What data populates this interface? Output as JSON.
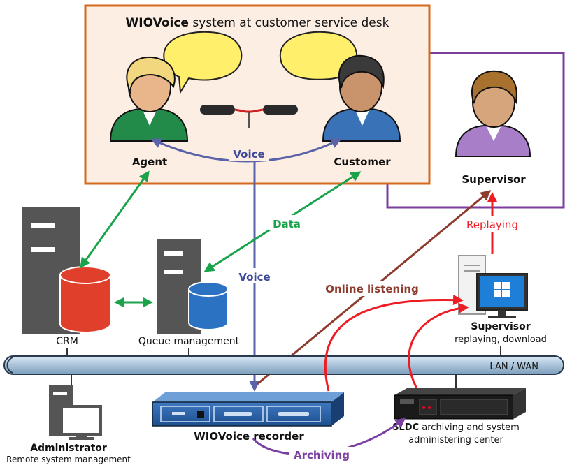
{
  "desk_box": {
    "title_bold": "WIOVoice",
    "title_rest": " system at customer service desk"
  },
  "people": {
    "agent": "Agent",
    "customer": "Customer",
    "supervisor": "Supervisor"
  },
  "servers": {
    "crm": "CRM",
    "queue": "Queue management"
  },
  "network": {
    "label": "LAN / WAN"
  },
  "flows": {
    "voice_top": "Voice",
    "data": "Data",
    "voice_down": "Voice",
    "online_listening": "Online listening",
    "replaying": "Replaying",
    "archiving": "Archiving"
  },
  "workstations": {
    "supervisor_title": "Supervisor",
    "supervisor_sub": "replaying, download",
    "admin_title": "Administrator",
    "admin_sub": "Remote system management"
  },
  "recorder": {
    "label": "WIOVoice recorder"
  },
  "sldc": {
    "title_bold": "SLDC",
    "title_rest": " archiving and system",
    "line2": "administering center"
  },
  "colors": {
    "desk_border": "#d4691e",
    "desk_fill": "#fdeee4",
    "supervisor_border": "#7a3f9c",
    "voice": "#5b63a8",
    "data": "#1aa34a",
    "online": "#8e3b2e",
    "replay": "#ee1c24",
    "archive": "#7b3fa0",
    "server": "#555555",
    "crm_db": "#e0402b",
    "queue_db": "#2c72c2",
    "lan": "#a9c3da"
  }
}
